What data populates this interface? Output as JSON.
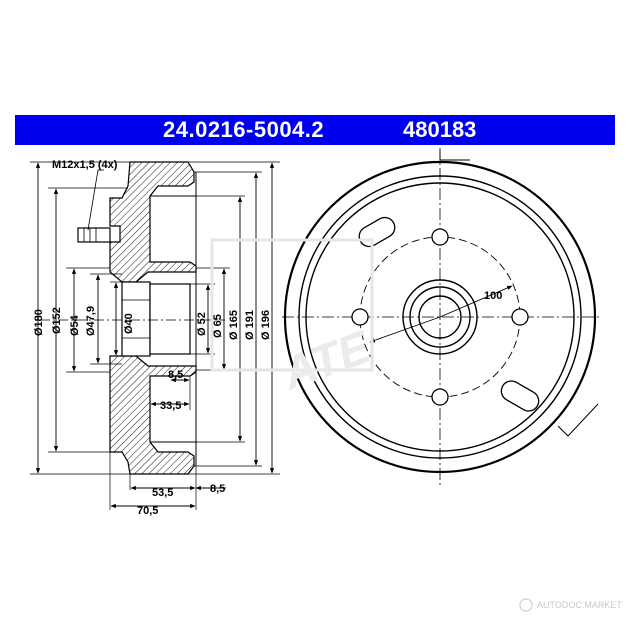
{
  "header": {
    "part_number": "24.0216-5004.2",
    "code": "480183",
    "band_color": "#0000f0"
  },
  "side_view": {
    "bolt_label": "M12x1,5 (4x)",
    "diameters": [
      "Ø180",
      "Ø152",
      "Ø54",
      "Ø47,9",
      "Ø40",
      "Ø 52",
      "Ø 65",
      "Ø 165",
      "Ø 191",
      "Ø 196"
    ],
    "lengths": [
      "8,5",
      "33,5",
      "53,5",
      "70,5",
      "8,5"
    ]
  },
  "front_view": {
    "pcd_label": "100"
  },
  "watermark": {
    "text": "AUTODOC.MARKET"
  }
}
